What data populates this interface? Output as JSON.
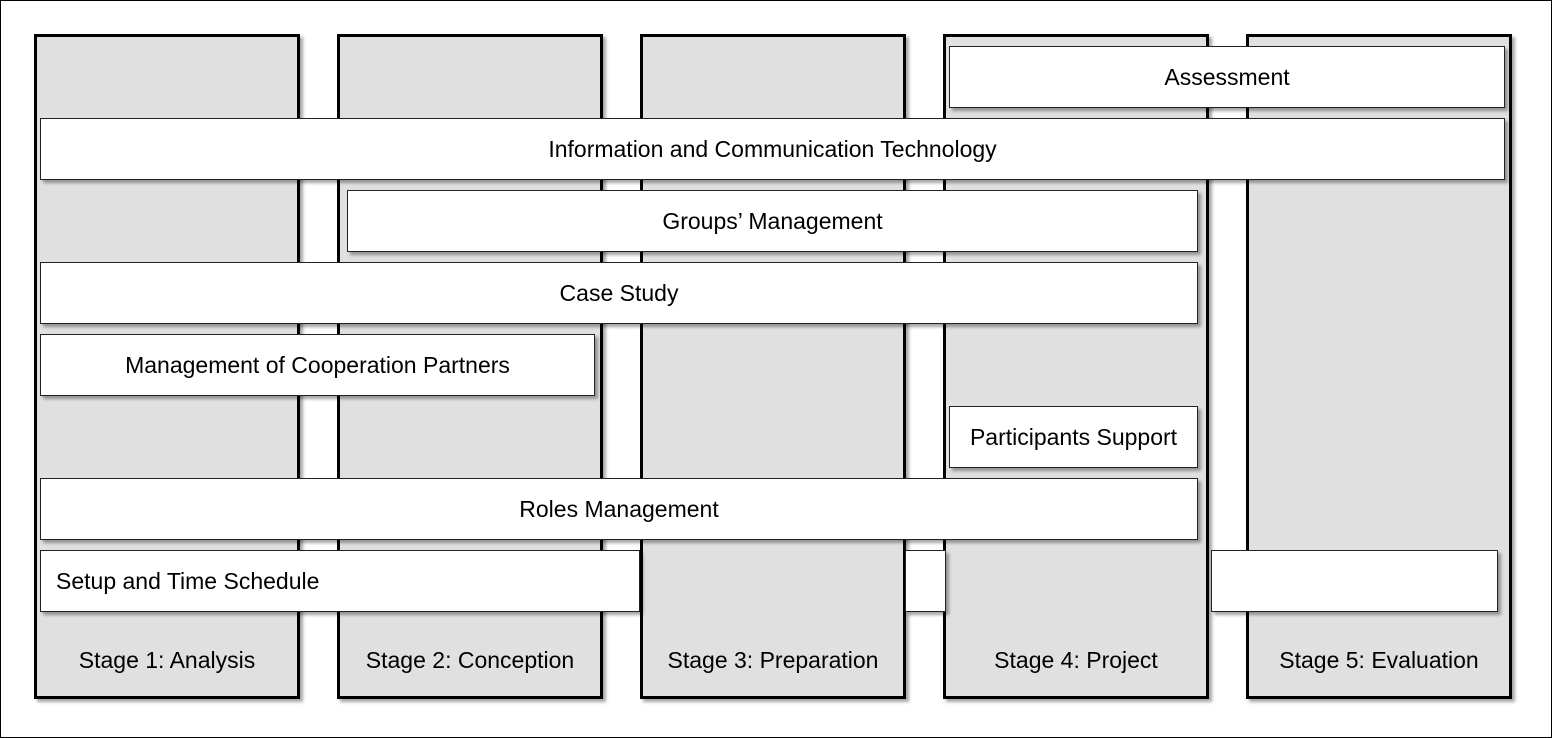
{
  "stages": [
    {
      "label": "Stage 1: Analysis"
    },
    {
      "label": "Stage 2: Conception"
    },
    {
      "label": "Stage 3: Preparation"
    },
    {
      "label": "Stage 4: Project"
    },
    {
      "label": "Stage 5: Evaluation"
    }
  ],
  "bars": {
    "assessment": "Assessment",
    "ict": "Information and Communication Technology",
    "groups": "Groups’ Management",
    "case_study": "Case Study",
    "cooperation": "Management of Cooperation Partners",
    "participants": "Participants Support",
    "roles": "Roles Management",
    "setup": "Setup and Time Schedule"
  }
}
